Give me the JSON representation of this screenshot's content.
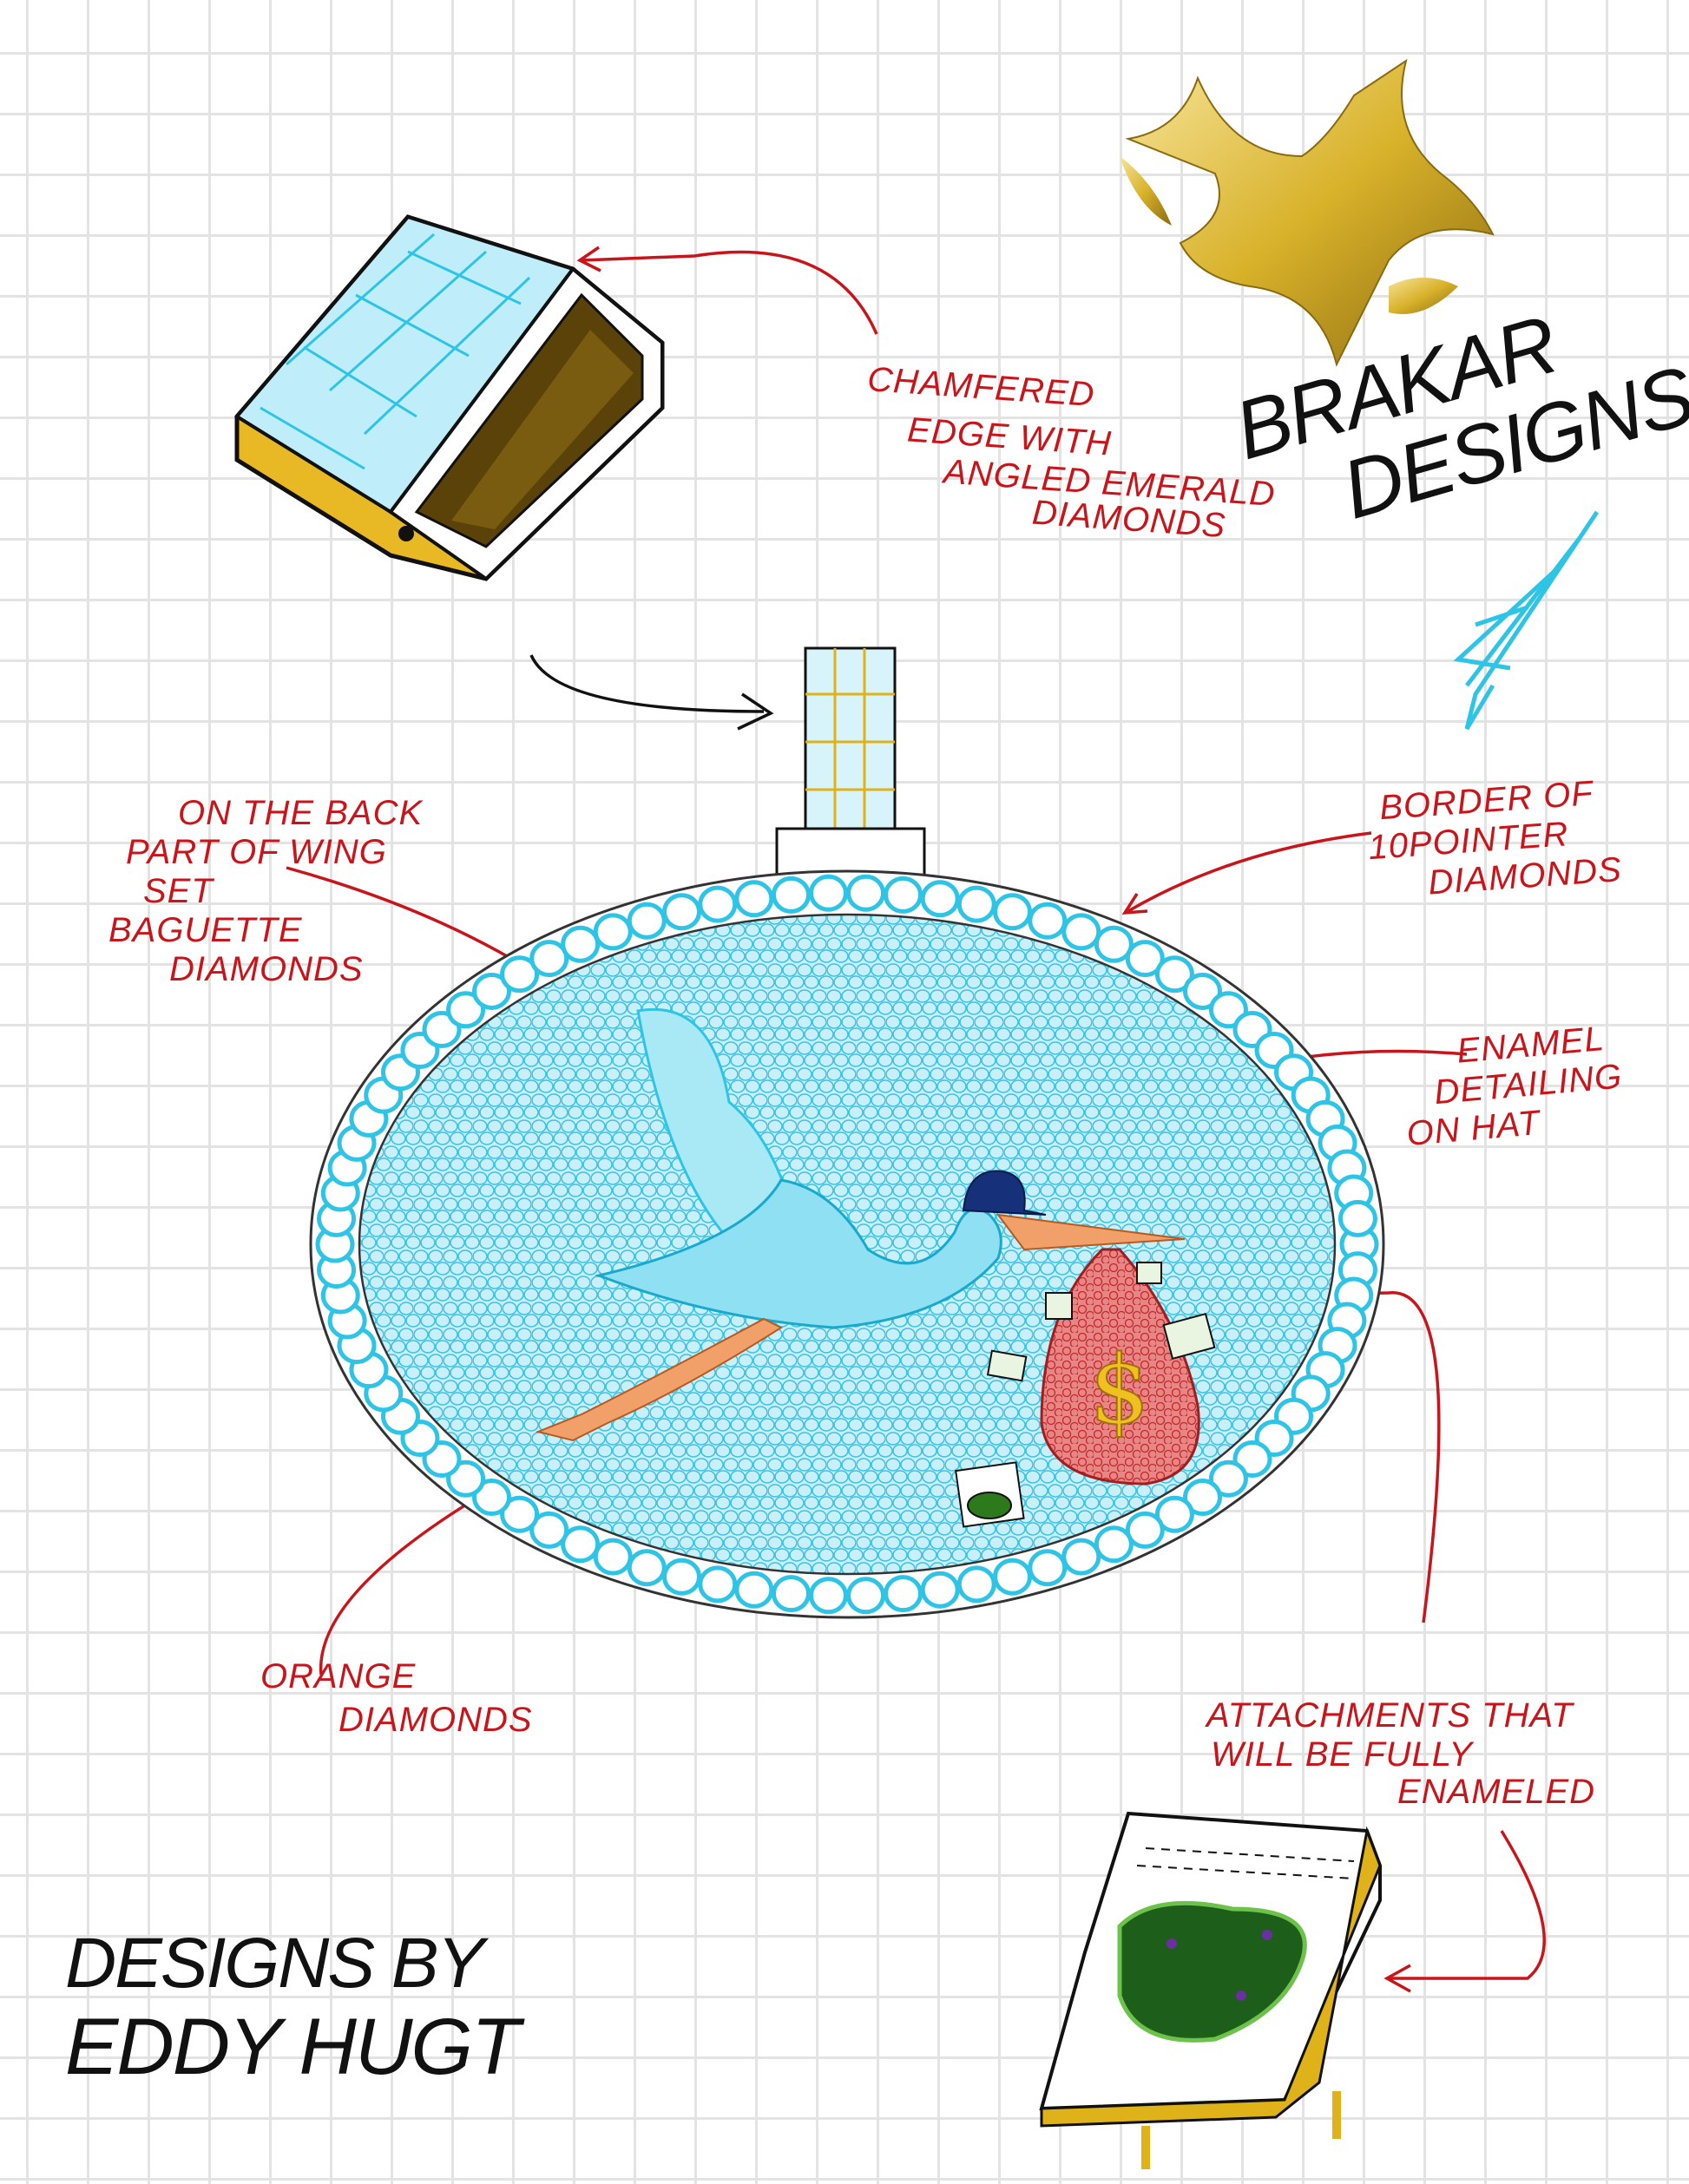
{
  "title": "Stork pendant jewelry design sketch",
  "brand": {
    "line1": "BRAKAR",
    "line2": "DESIGNS"
  },
  "annotations": {
    "chamfered": [
      "CHAMFERED",
      "EDGE WITH",
      "ANGLED EMERALD",
      "DIAMONDS"
    ],
    "wing": [
      "ON THE BACK",
      "PART OF WING",
      "SET",
      "BAGUETTE",
      "DIAMONDS"
    ],
    "border": [
      "BORDER OF",
      "10POINTER",
      "DIAMONDS"
    ],
    "hat": [
      "ENAMEL",
      "DETAILING",
      "ON HAT"
    ],
    "orange": [
      "ORANGE",
      "DIAMONDS"
    ],
    "attachments": [
      "ATTACHMENTS THAT",
      "WILL BE FULLY",
      "ENAMELED"
    ]
  },
  "signature": {
    "line1": "DESIGNS BY",
    "line2": "EDDY HUGT"
  },
  "bag_symbol": "$",
  "colors": {
    "annotation": "#c8151b",
    "diamond": "#2ec4e6",
    "gold": "#e0b21a",
    "ink": "#111111"
  }
}
